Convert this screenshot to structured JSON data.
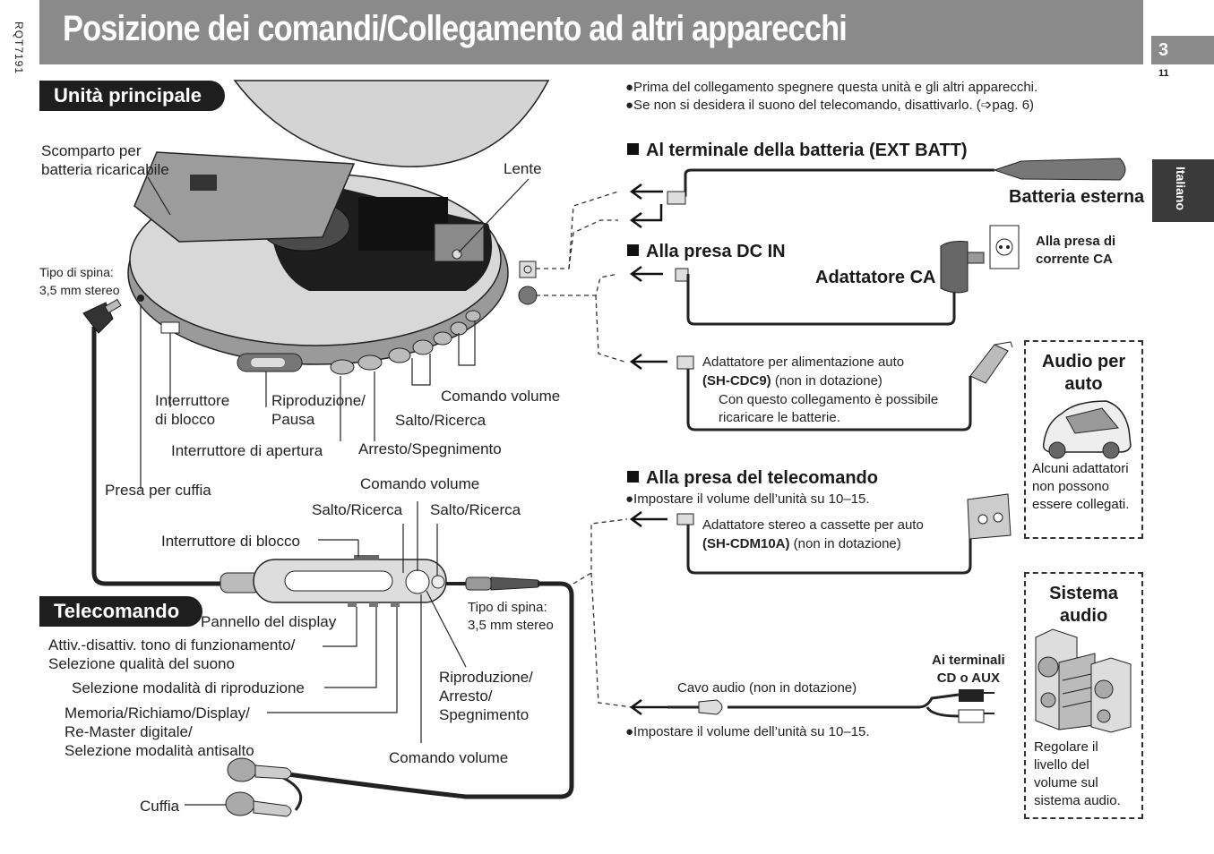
{
  "side_code": "RQT7191",
  "title": "Posizione dei comandi/Collegamento ad altri apparecchi",
  "page": {
    "number": "3",
    "sub": "11"
  },
  "language_tab": "Italiano",
  "main_unit": {
    "heading": "Unità principale",
    "labels": {
      "battery_compartment": "Scomparto per\nbatteria ricaricabile",
      "lens": "Lente",
      "plug_type": "Tipo di spina:\n3,5 mm stereo",
      "lock_switch": "Interruttore\ndi blocco",
      "play_pause": "Riproduzione/\nPausa",
      "volume": "Comando volume",
      "skip_search": "Salto/Ricerca",
      "open_switch": "Interruttore di apertura",
      "stop_off": "Arresto/Spegnimento",
      "headphone_jack": "Presa per cuffia"
    }
  },
  "remote": {
    "heading": "Telecomando",
    "labels": {
      "volume_top": "Comando volume",
      "skip_left": "Salto/Ricerca",
      "skip_right": "Salto/Ricerca",
      "lock_switch": "Interruttore di blocco",
      "display_panel": "Pannello del display",
      "operation_tone": "Attiv.-disattiv. tono di funzionamento/\nSelezione qualità del suono",
      "play_mode": "Selezione modalità di riproduzione",
      "memory": "Memoria/Richiamo/Display/\nRe-Master digitale/\nSelezione modalità antisalto",
      "volume_bottom": "Comando volume",
      "play_stop_off": "Riproduzione/\nArresto/\nSpegnimento",
      "plug_type": "Tipo di spina:\n3,5 mm stereo",
      "headphones": "Cuffia"
    }
  },
  "notes": [
    "●Prima del collegamento spegnere questa unità e gli altri apparecchi.",
    "●Se non si desidera il suono del telecomando, disattivarlo. (➩pag. 6)"
  ],
  "connections": {
    "ext_batt": {
      "heading": "Al terminale della batteria (EXT BATT)",
      "device": "Batteria esterna"
    },
    "dc_in": {
      "heading": "Alla presa DC IN",
      "device": "Adattatore CA",
      "outlet": "Alla presa di\ncorrente CA"
    },
    "car_power": {
      "line1": "Adattatore per alimentazione auto",
      "model": "(SH-CDC9)",
      "model_suffix": " (non in dotazione)",
      "line3": "Con questo collegamento è possibile\nricaricare le batterie."
    },
    "remote_jack": {
      "heading": "Alla presa del telecomando",
      "note": "●Impostare il volume dell’unità su 10–15.",
      "line1": "Adattatore stereo a cassette per auto",
      "model": "(SH-CDM10A)",
      "model_suffix": " (non in dotazione)"
    },
    "audio_cable": {
      "label": "Cavo audio (non in dotazione)",
      "terminals": "Ai terminali\nCD o AUX",
      "note": "●Impostare il volume dell’unità su 10–15."
    }
  },
  "boxes": {
    "car_audio": {
      "title": "Audio per\nauto",
      "text": "Alcuni adattatori\nnon possono\nessere collegati."
    },
    "audio_system": {
      "title": "Sistema\naudio",
      "text": "Regolare il\nlivello del\nvolume sul\nsistema audio."
    }
  }
}
